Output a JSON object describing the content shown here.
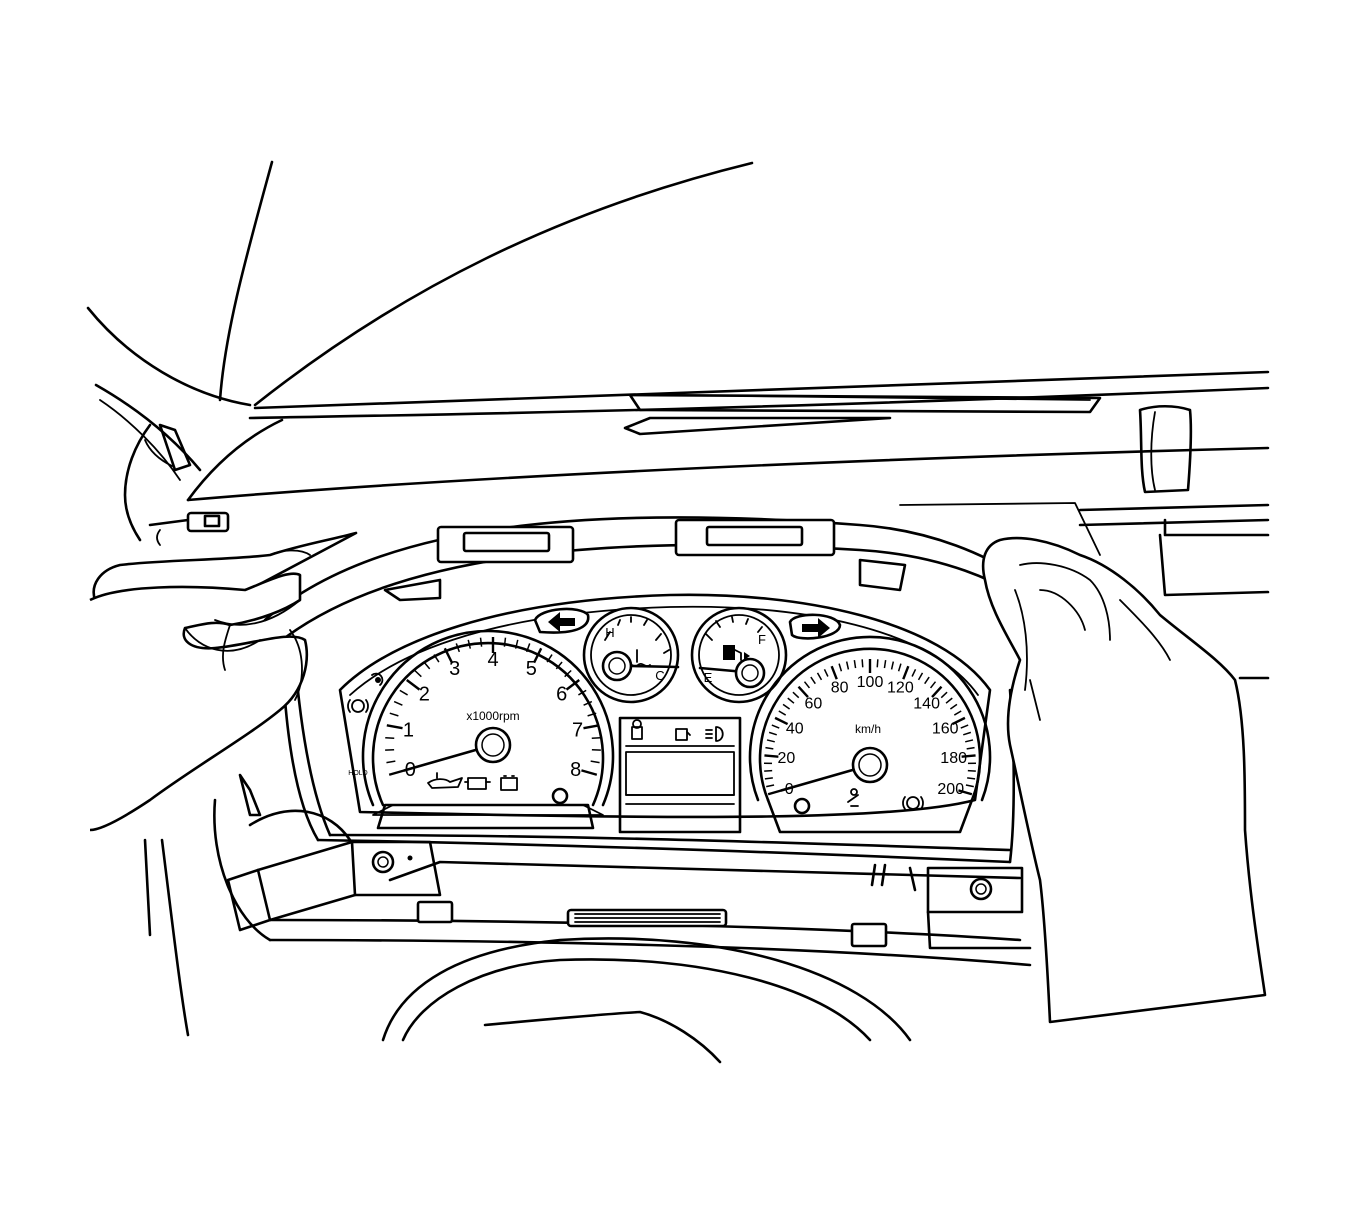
{
  "colors": {
    "line": "#000000",
    "background": "#ffffff"
  },
  "tachometer": {
    "unit": "x1000rpm",
    "labels": [
      "0",
      "1",
      "2",
      "3",
      "4",
      "5",
      "6",
      "7",
      "8"
    ],
    "value": 0
  },
  "speedometer": {
    "unit": "km/h",
    "labels": [
      "0",
      "20",
      "40",
      "60",
      "80",
      "100",
      "120",
      "140",
      "160",
      "180",
      "200"
    ],
    "value": 0
  },
  "temperature_gauge": {
    "high_label": "H",
    "low_label": "C"
  },
  "fuel_gauge": {
    "empty_label": "E",
    "full_label": "F"
  },
  "hold_label": "HOLD",
  "icons": [
    "left-turn-arrow-icon",
    "right-turn-arrow-icon",
    "coolant-temp-icon",
    "fuel-pump-icon",
    "oil-pressure-icon",
    "engine-check-icon",
    "battery-icon",
    "seatbelt-icon",
    "brake-warning-icon",
    "door-lock-icon",
    "high-beam-icon",
    "headlight-icon"
  ]
}
